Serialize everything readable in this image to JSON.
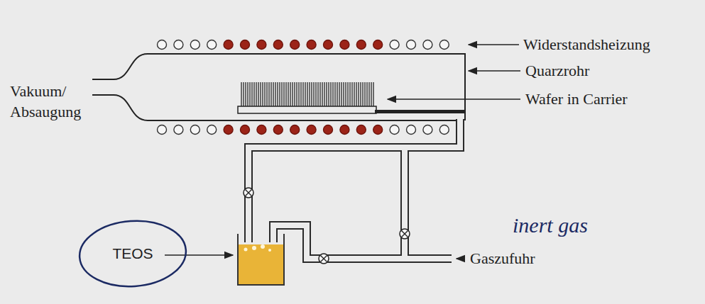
{
  "diagram": {
    "nodes": [
      {
        "text": [
          "TEOS"
        ]
      }
    ],
    "labels": [
      "Widerstandsheizung",
      "Quarzrohr",
      "Wafer in Carrier",
      "Vakuum/ Absaugung",
      "inert gas",
      "Gaszufuhr"
    ]
  }
}
